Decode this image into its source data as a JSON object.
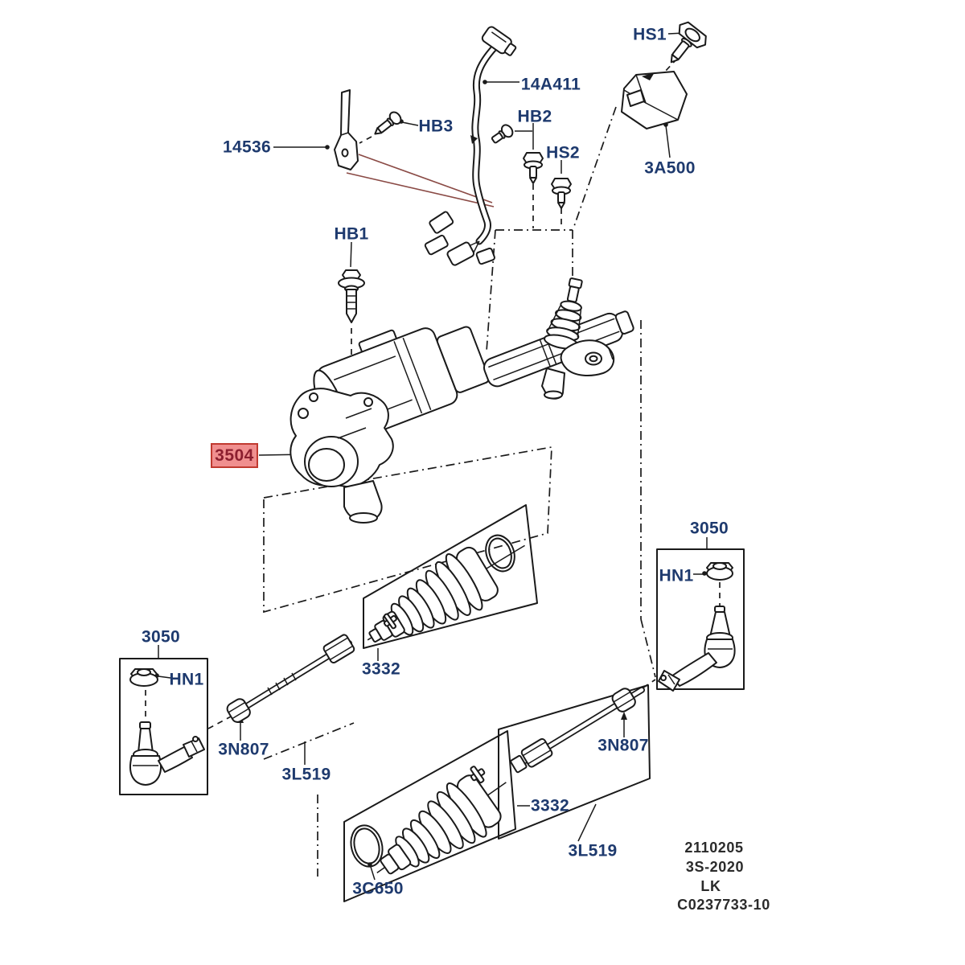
{
  "diagram_type": "exploded-parts-diagram",
  "subject": "steering gear and tie rod assembly",
  "labels": {
    "hs1": "HS1",
    "part_3a500": "3A500",
    "part_14a411": "14A411",
    "hb3": "HB3",
    "hb2": "HB2",
    "hs2": "HS2",
    "part_14536": "14536",
    "hb1": "HB1",
    "part_3504": "3504",
    "left_3050": "3050",
    "left_hn1": "HN1",
    "right_3050": "3050",
    "right_hn1": "HN1",
    "mid_3332": "3332",
    "left_3n807": "3N807",
    "left_3l519": "3L519",
    "right_3332": "3332",
    "right_3n807": "3N807",
    "right_3l519": "3L519",
    "part_3c650": "3C650"
  },
  "highlight": {
    "part": "3504",
    "fill": "#f08f8f",
    "border": "#c03a30",
    "text_color": "#8c1f2f"
  },
  "footer": {
    "code1": "2110205",
    "code2": "3S-2020",
    "code3": "LK",
    "code4": "C0237733-10"
  },
  "colors": {
    "label_text": "#1e3a6e",
    "line": "#1a1a1a",
    "red_leader": "#8a4a45",
    "background": "#ffffff"
  }
}
